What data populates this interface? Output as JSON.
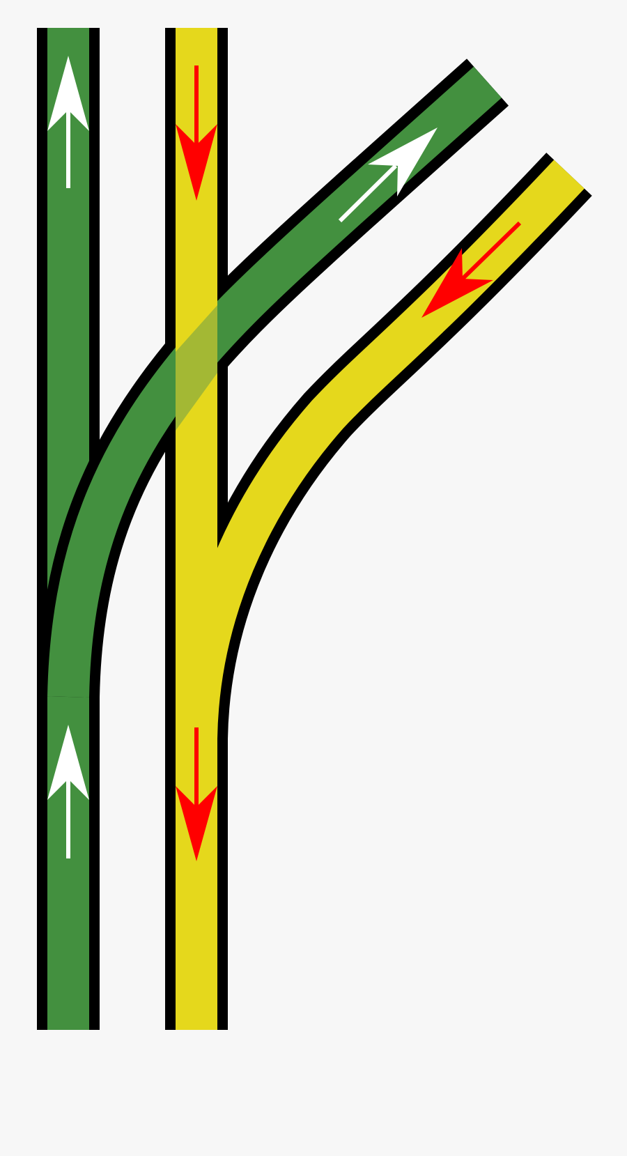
{
  "diagram": {
    "background": "#f7f7f7",
    "colors": {
      "outline": "#000000",
      "green_track": "#43903f",
      "yellow_track": "#e5d81c",
      "overlap": "#a3b834",
      "arrow_up": "#ffffff",
      "arrow_down": "#ff0000"
    },
    "tracks": [
      {
        "name": "green-track",
        "color": "#43903f",
        "direction": "up"
      },
      {
        "name": "yellow-track",
        "color": "#e5d81c",
        "direction": "down"
      }
    ],
    "arrows": [
      {
        "name": "white-up-arrow-icon",
        "track": "green",
        "direction": "up"
      },
      {
        "name": "white-up-arrow-icon",
        "track": "green",
        "direction": "up"
      },
      {
        "name": "white-diagonal-arrow-icon",
        "track": "green",
        "direction": "up-right"
      },
      {
        "name": "red-down-arrow-icon",
        "track": "yellow",
        "direction": "down"
      },
      {
        "name": "red-down-arrow-icon",
        "track": "yellow",
        "direction": "down"
      },
      {
        "name": "red-diagonal-arrow-icon",
        "track": "yellow",
        "direction": "down-left"
      }
    ]
  }
}
